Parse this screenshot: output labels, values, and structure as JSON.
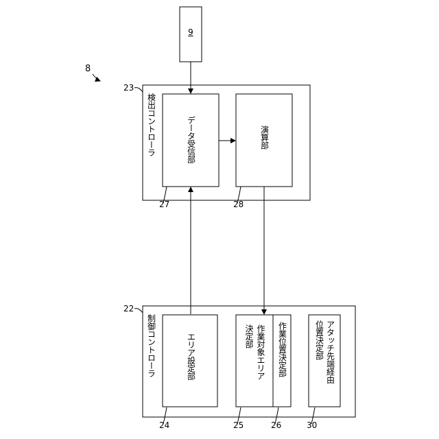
{
  "figure_number": "8",
  "external_device": {
    "ref": "9"
  },
  "detection_controller": {
    "ref": "23",
    "label": "検出コントローラ",
    "data_receiving_unit": {
      "ref": "27",
      "label": "データ受信部"
    },
    "computation_unit": {
      "ref": "28",
      "label": "演算部"
    }
  },
  "control_controller": {
    "ref": "22",
    "label": "制御コントローラ",
    "area_setting_unit": {
      "ref": "24",
      "label": "エリア設定部"
    },
    "work_target_area_unit": {
      "ref": "25",
      "label_line1": "作業対象エリア",
      "label_line2": "決定部"
    },
    "work_position_unit": {
      "ref": "26",
      "label": "作業位置決定部"
    },
    "attachment_tip_unit": {
      "ref": "30",
      "label_line1": "アタッチ先端経由",
      "label_line2": "位置決定部"
    }
  }
}
